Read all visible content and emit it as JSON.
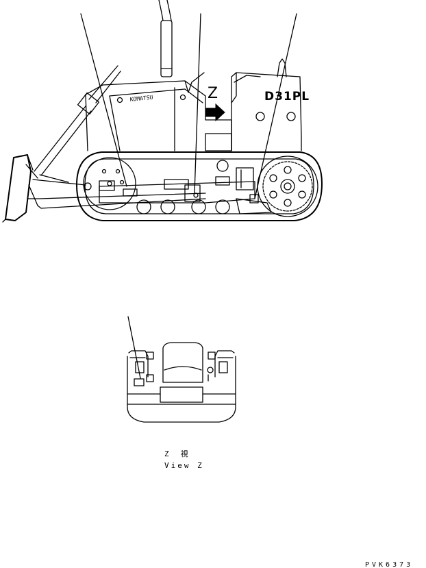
{
  "labels": {
    "model_plate": "D31PL",
    "brand_text": "KOMATSU",
    "view_letter": "Z",
    "view_caption_line1": "Z　視",
    "view_caption_line2": "View Z",
    "drawing_ref": "PVK6373"
  }
}
